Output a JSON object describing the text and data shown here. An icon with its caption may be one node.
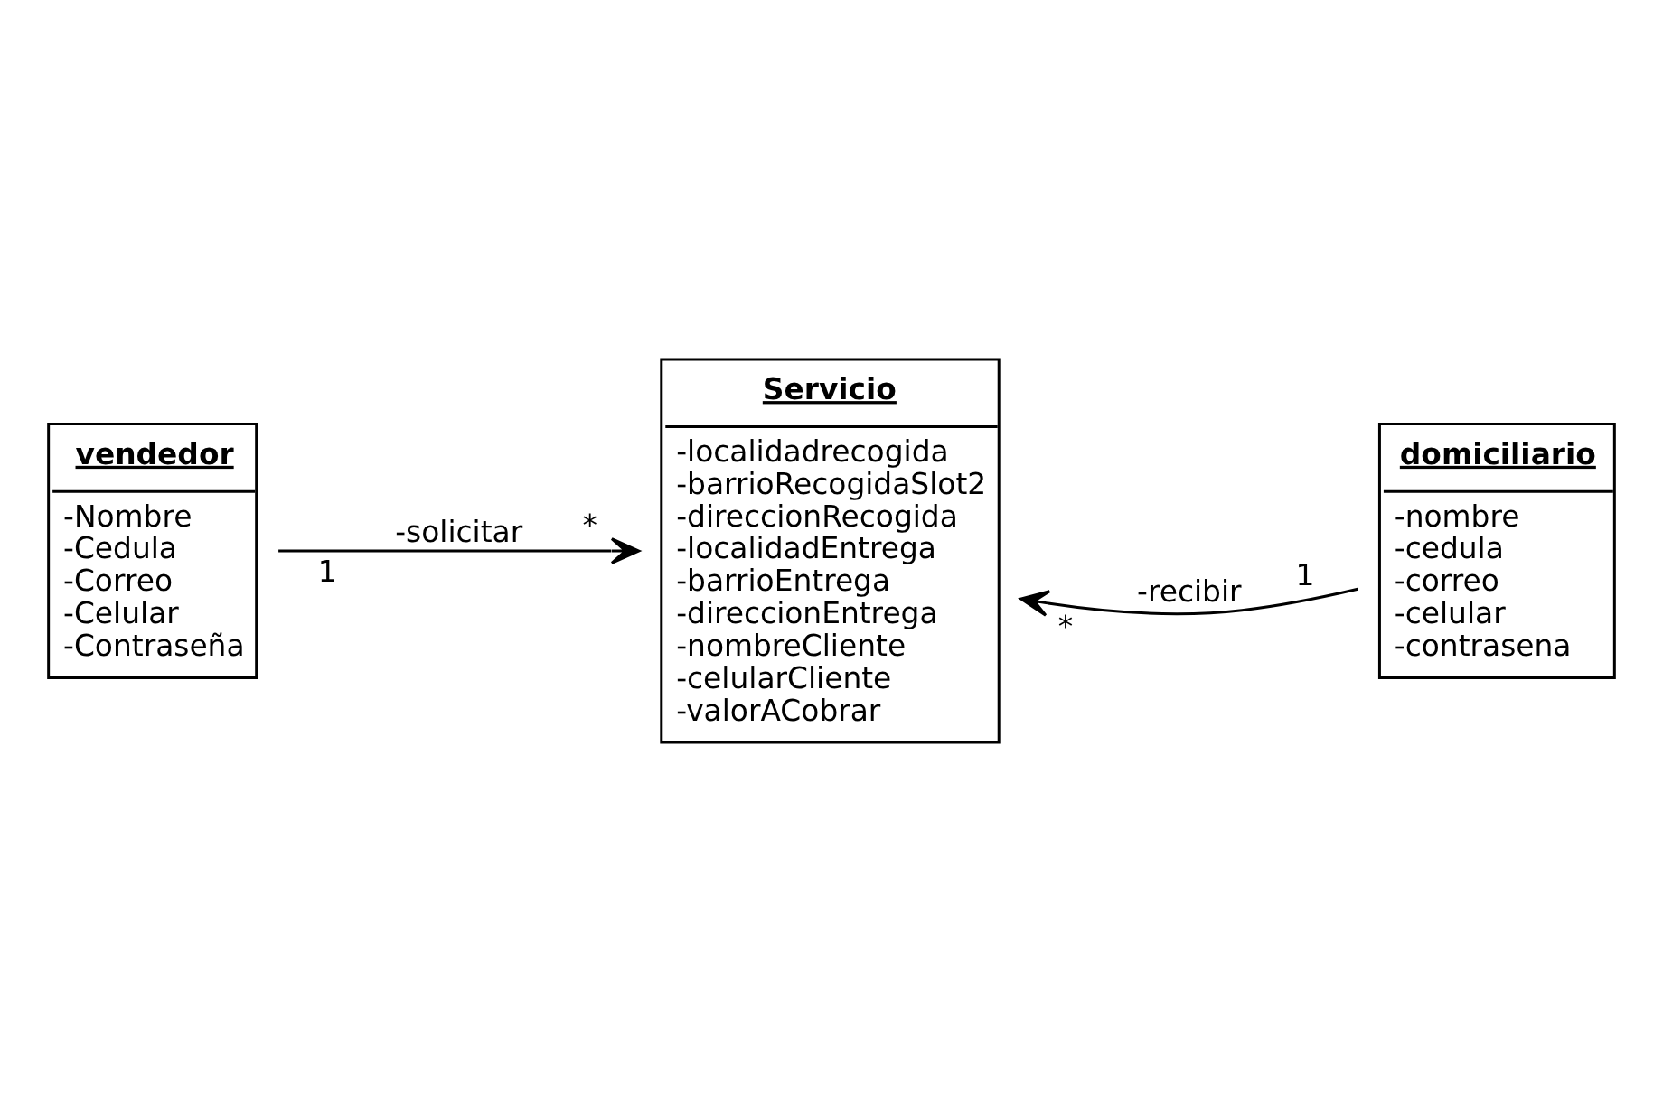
{
  "diagram": {
    "nodes": [
      {
        "text": [
          "vendedor",
          "-Nombre",
          "-Cedula",
          "-Correo",
          "-Celular",
          "-Contraseña"
        ]
      },
      {
        "text": [
          "Servicio",
          "-localidadrecogida",
          "-barrioRecogidaSlot2",
          "-direccionRecogida",
          "-localidadEntrega",
          "-barrioEntrega",
          "-direccionEntrega",
          "-nombreCliente",
          "-celularCliente",
          "-valorACobrar"
        ]
      },
      {
        "text": [
          "domiciliario",
          "-nombre",
          "-cedula",
          "-correo",
          "-celular",
          "-contrasena"
        ]
      }
    ],
    "edges": [
      {
        "from": 0,
        "to": 1,
        "arrow": "to",
        "label": "-solicitar"
      },
      {
        "from": 2,
        "to": 1,
        "arrow": "to",
        "label": "-recibir"
      }
    ],
    "labels": [
      "1",
      "*",
      "*",
      "1"
    ]
  }
}
